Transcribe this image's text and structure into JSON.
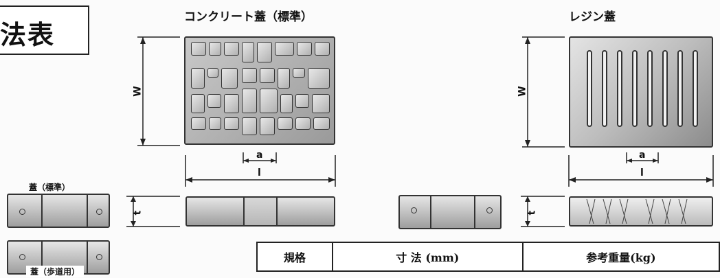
{
  "title": "法表",
  "headings": {
    "concrete": "コンクリート蓋（標準）",
    "resin": "レジン蓋"
  },
  "side_labels": {
    "standard": "蓋（標準）",
    "sidewalk": "蓋（歩道用）"
  },
  "dimensions": {
    "width": "W",
    "opening": "a",
    "length": "l",
    "thickness": "t"
  },
  "table": {
    "headers": [
      "規格",
      "寸 法 (mm)",
      "参考重量(kg)"
    ]
  },
  "colors": {
    "ink": "#222222",
    "paper": "#fbfbfb"
  }
}
